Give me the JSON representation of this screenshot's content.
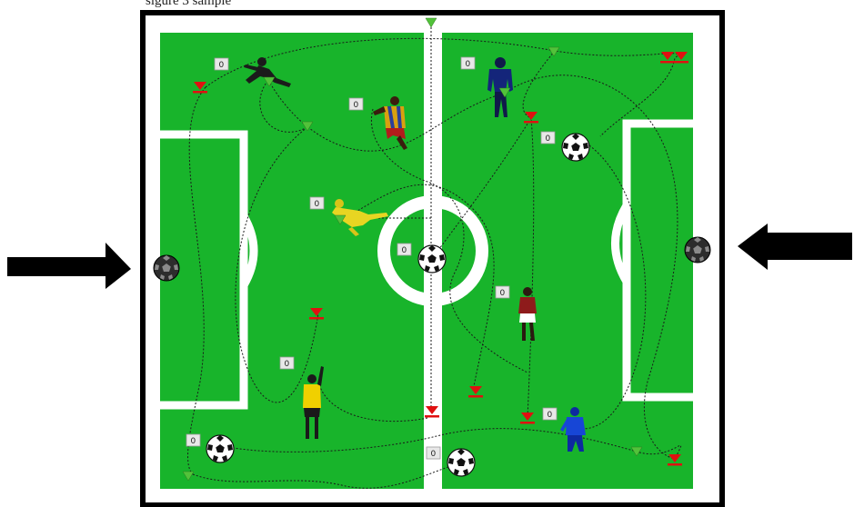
{
  "caption": "sigure 3 sample",
  "counter_value": "0",
  "counters": [
    "0",
    "0",
    "0",
    "0",
    "0",
    "0",
    "0",
    "0",
    "0",
    "0"
  ],
  "icons": {
    "ball": "soccer-ball-icon",
    "player": "player-silhouette-icon",
    "marker_red": "red-triangle-marker-icon",
    "marker_green": "green-triangle-marker-icon",
    "arrow": "black-arrow-icon"
  },
  "colors": {
    "field": "#18b42b",
    "field_border": "#000000",
    "lines": "#ffffff",
    "path": "#1a1a1a",
    "marker_red": "#e01010",
    "marker_green": "#52c23a"
  }
}
